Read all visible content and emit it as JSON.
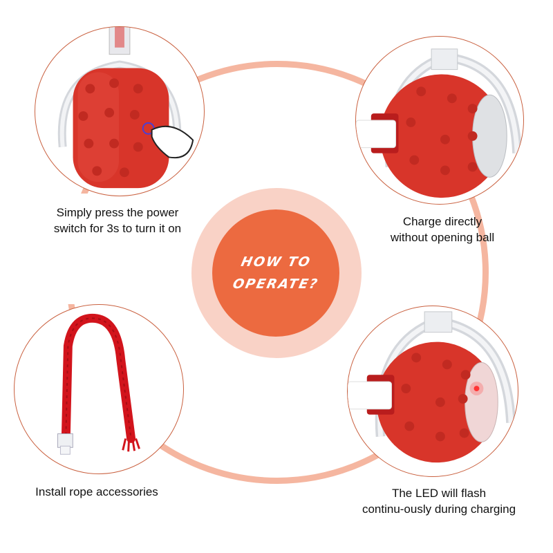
{
  "center": {
    "title_line1": "HOW TO",
    "title_line2": "OPERATE?"
  },
  "steps": [
    {
      "image": "ball-power-switch-press",
      "caption_line1": "Simply press the power",
      "caption_line2": "switch for 3s to turn it on"
    },
    {
      "image": "ball-usb-charging",
      "caption_line1": "Charge directly",
      "caption_line2": "without opening ball"
    },
    {
      "image": "red-rope-accessory",
      "caption_line1": "Install rope accessories",
      "caption_line2": ""
    },
    {
      "image": "ball-led-flashing-charging",
      "caption_line1": "The LED will flash",
      "caption_line2": "continu-ously during charging"
    }
  ],
  "colors": {
    "ring": "#f5b6a0",
    "badge_outer": "#f9d2c6",
    "badge_inner": "#ec6a40",
    "ball_red": "#d8352a",
    "photo_border": "#c9603f"
  }
}
